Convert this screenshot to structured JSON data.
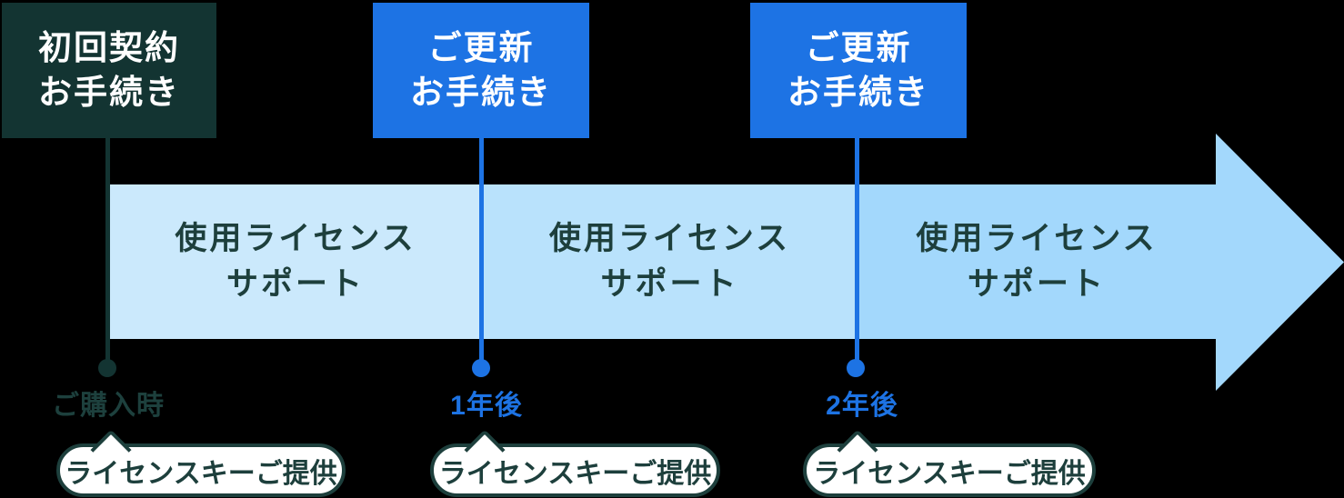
{
  "canvas": {
    "background": "#000000"
  },
  "colors": {
    "dark_teal": "#133432",
    "accent_blue": "#1d73e4",
    "band_segment_1": "#cbe9fc",
    "band_segment_2": "#b9e2fc",
    "band_segment_3": "#a3d8fc",
    "bubble_background": "#ffffff",
    "bubble_border": "#1d3f3c"
  },
  "timeline": {
    "milestones": [
      {
        "box_line1": "初回契約",
        "box_line2": "お手続き",
        "time_label": "ご購入時",
        "bubble_label": "ライセンスキーご提供",
        "theme": "dark"
      },
      {
        "box_line1": "ご更新",
        "box_line2": "お手続き",
        "time_label": "1年後",
        "bubble_label": "ライセンスキーご提供",
        "theme": "blue"
      },
      {
        "box_line1": "ご更新",
        "box_line2": "お手続き",
        "time_label": "2年後",
        "bubble_label": "ライセンスキーご提供",
        "theme": "blue"
      }
    ],
    "segments": [
      {
        "line1": "使用ライセンス",
        "line2": "サポート"
      },
      {
        "line1": "使用ライセンス",
        "line2": "サポート"
      },
      {
        "line1": "使用ライセンス",
        "line2": "サポート"
      }
    ]
  }
}
